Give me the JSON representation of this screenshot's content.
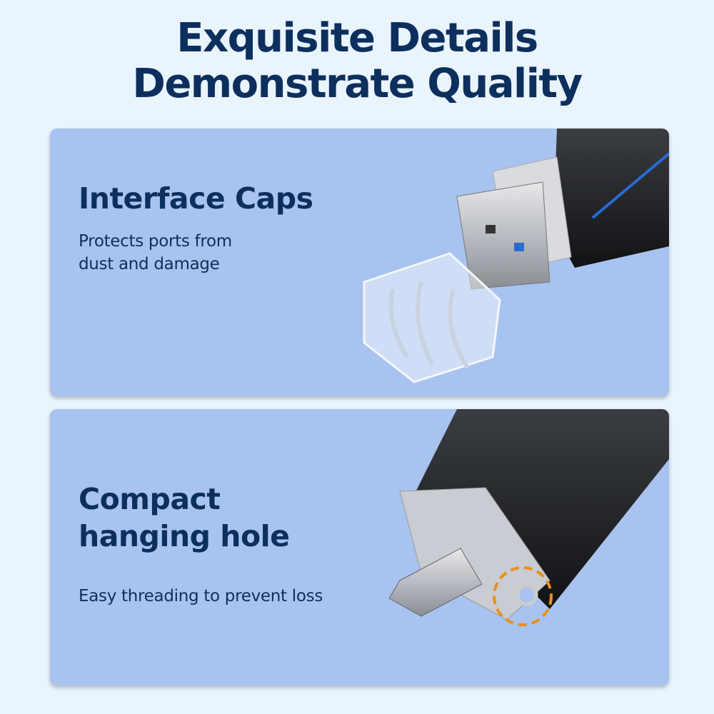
{
  "headline": {
    "line1": "Exquisite Details",
    "line2": "Demonstrate Quality"
  },
  "features": [
    {
      "title": "Interface Caps",
      "desc_line1": "Protects ports from",
      "desc_line2": "dust and damage"
    },
    {
      "title_line1": "Compact",
      "title_line2": "hanging hole",
      "desc": "Easy threading to prevent loss"
    }
  ],
  "colors": {
    "background": "#e9f4fd",
    "card": "#a8c3ef",
    "text": "#0d2f5e",
    "highlight": "#e8901e"
  }
}
